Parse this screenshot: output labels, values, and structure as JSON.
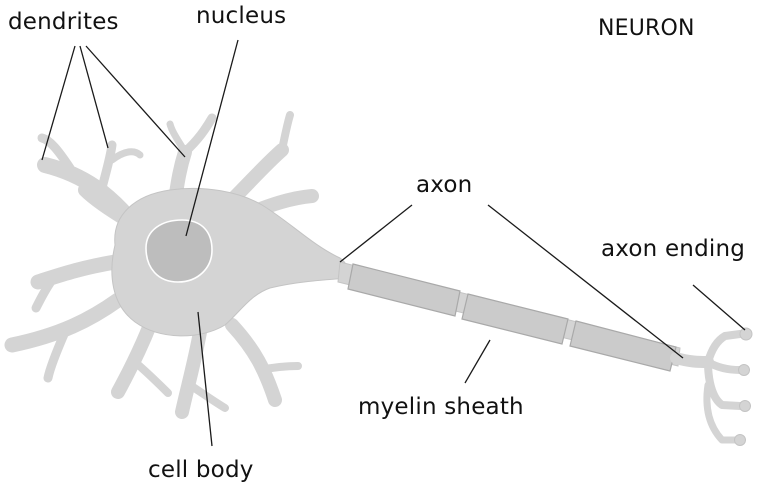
{
  "title": "NEURON",
  "labels": {
    "dendrites": "dendrites",
    "nucleus": "nucleus",
    "axon": "axon",
    "axon_ending": "axon ending",
    "myelin_sheath": "myelin sheath",
    "cell_body": "cell body"
  },
  "colors": {
    "cell_fill": "#d4d4d4",
    "nucleus_fill": "#bdbdbd",
    "myelin_fill": "#cbcbcb",
    "leader_line": "#1a1a1a"
  }
}
